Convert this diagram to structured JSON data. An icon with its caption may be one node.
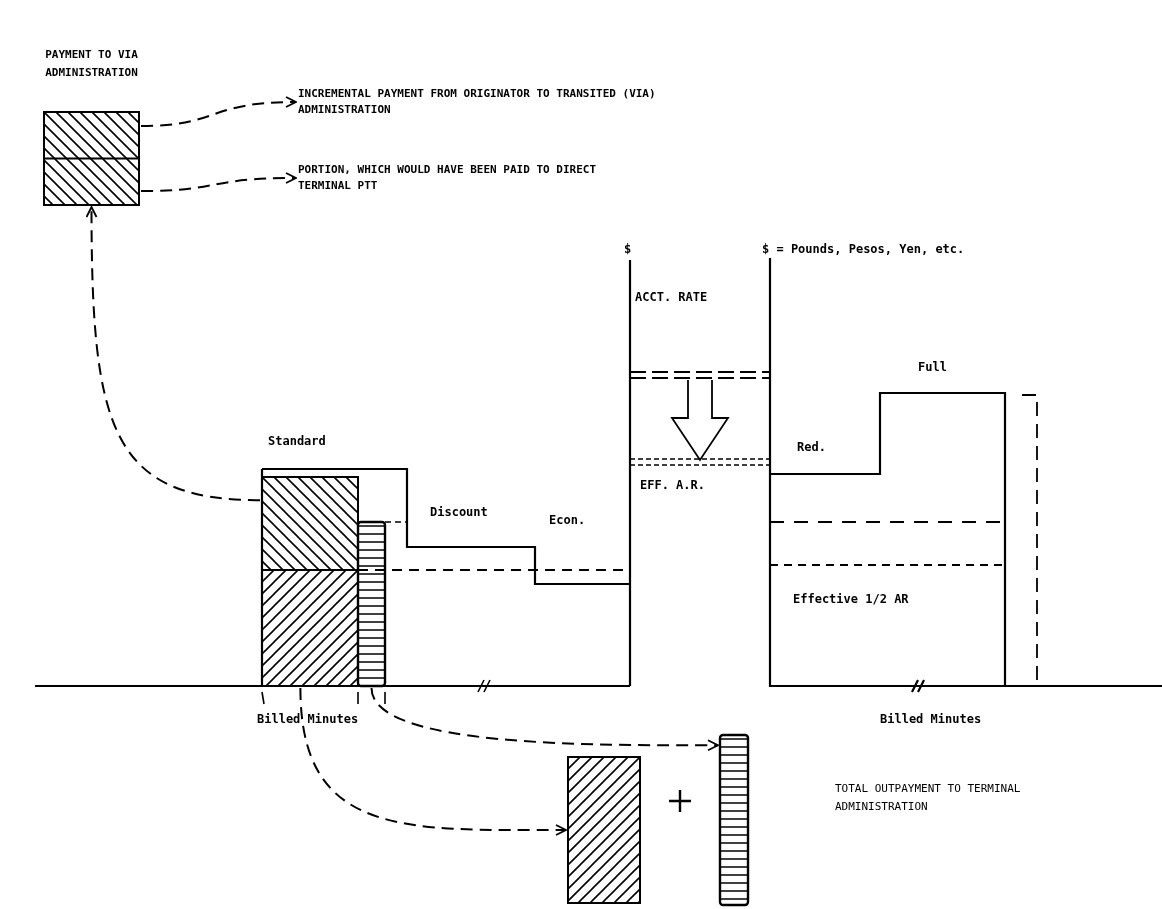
{
  "diagram": {
    "nodes": [
      {
        "text": [
          "PAYMENT TO VIA ADMINISTRATION"
        ]
      },
      {
        "text": [
          "INCREMENTAL PAYMENT FROM ORIGINATOR TO TRANSITED (VIA) ADMINISTRATION"
        ]
      },
      {
        "text": [
          "PORTION, WHICH WOULD HAVE BEEN PAID TO DIRECT TERMINAL PTT"
        ]
      },
      {
        "text": [],
        "shape": "box"
      },
      {
        "text": [],
        "shape": "box"
      },
      {
        "text": [],
        "shape": "bar"
      },
      {
        "text": [],
        "shape": "box"
      },
      {
        "text": [],
        "shape": "bar"
      }
    ],
    "edges": [
      {
        "from": 3,
        "to": 0,
        "arrow": "to",
        "style": "dashed"
      },
      {
        "from": 0,
        "to": 1,
        "arrow": "to",
        "style": "dashed"
      },
      {
        "from": 0,
        "to": 2,
        "arrow": "to",
        "style": "dashed"
      },
      {
        "from": 4,
        "to": 6,
        "arrow": "to",
        "style": "dashed"
      },
      {
        "from": 5,
        "to": 7,
        "arrow": "to",
        "style": "dashed"
      }
    ],
    "labels": [
      "$",
      "$ = Pounds, Pesos, Yen, etc.",
      "ACCT. RATE",
      "Full",
      "Standard",
      "Red.",
      "EFF. A.R.",
      "Discount",
      "Econ.",
      "Effective 1/2 AR",
      "Billed Minutes",
      "Billed Minutes",
      "TOTAL OUTPAYMENT TO TERMINAL ADMINISTRATION"
    ]
  }
}
